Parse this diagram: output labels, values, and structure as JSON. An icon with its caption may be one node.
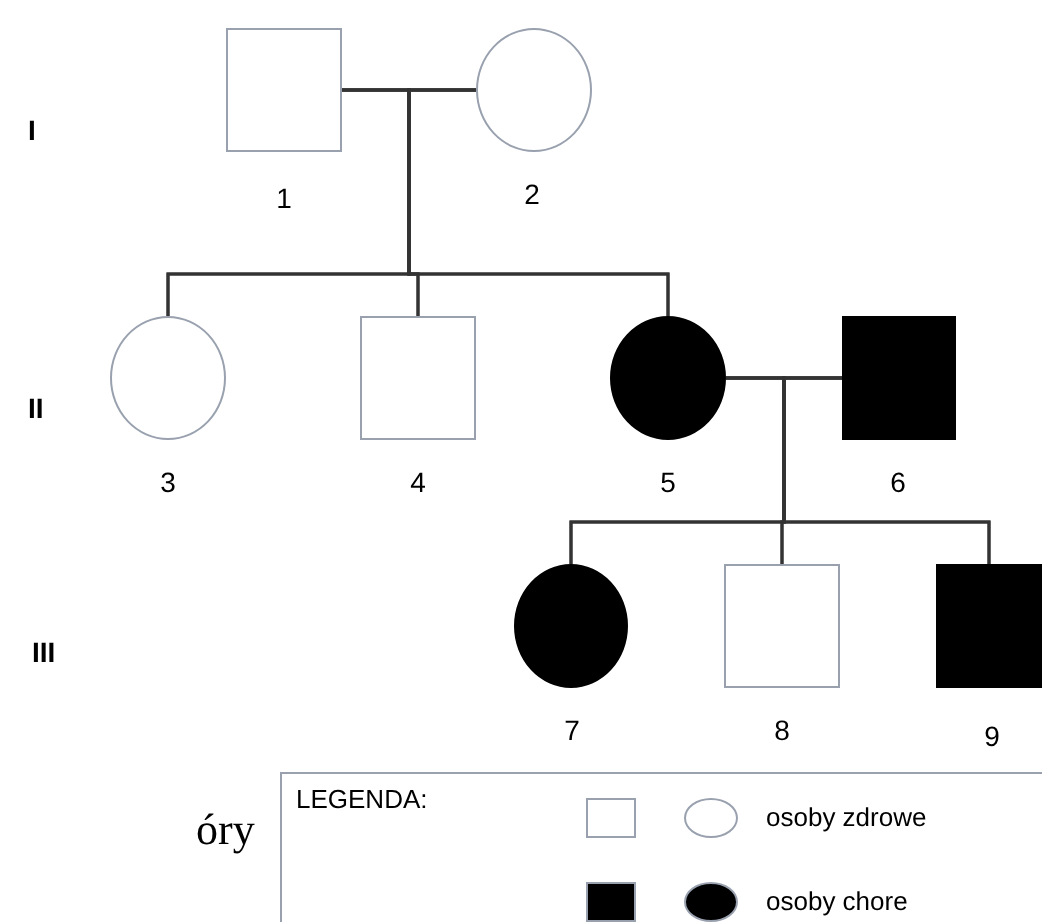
{
  "diagram": {
    "nodes": [
      {
        "text": [],
        "shape": "box",
        "beside": [
          "1"
        ]
      },
      {
        "text": [],
        "shape": "circle",
        "beside": [
          "2"
        ]
      },
      {
        "text": [],
        "shape": "circle",
        "beside": [
          "3"
        ]
      },
      {
        "text": [],
        "shape": "box",
        "beside": [
          "4"
        ]
      },
      {
        "text": [],
        "shape": "disc",
        "beside": [
          "5"
        ]
      },
      {
        "text": [],
        "shape": "block",
        "beside": [
          "6"
        ]
      },
      {
        "text": [],
        "shape": "disc",
        "beside": [
          "7"
        ]
      },
      {
        "text": [],
        "shape": "box",
        "beside": [
          "8"
        ]
      },
      {
        "text": [],
        "shape": "block",
        "beside": [
          "9"
        ]
      }
    ],
    "edges": [
      {
        "from": 0,
        "to": 1,
        "arrow": "none"
      },
      {
        "from": 0,
        "to": 2,
        "arrow": "none"
      },
      {
        "from": 0,
        "to": 3,
        "arrow": "none"
      },
      {
        "from": 0,
        "to": 4,
        "arrow": "none"
      },
      {
        "from": 1,
        "to": 2,
        "arrow": "none"
      },
      {
        "from": 1,
        "to": 3,
        "arrow": "none"
      },
      {
        "from": 1,
        "to": 4,
        "arrow": "none"
      },
      {
        "from": 4,
        "to": 5,
        "arrow": "none"
      },
      {
        "from": 4,
        "to": 6,
        "arrow": "none"
      },
      {
        "from": 4,
        "to": 7,
        "arrow": "none"
      },
      {
        "from": 4,
        "to": 8,
        "arrow": "none"
      },
      {
        "from": 5,
        "to": 6,
        "arrow": "none"
      },
      {
        "from": 5,
        "to": 7,
        "arrow": "none"
      },
      {
        "from": 5,
        "to": 8,
        "arrow": "none"
      }
    ],
    "labels": [
      "I",
      "II",
      "III",
      "óry",
      "LEGENDA:"
    ],
    "legend": [
      {
        "text": "osoby zdrowe",
        "color": "#ffffff"
      },
      {
        "text": "osoby chore",
        "color": "#000000"
      }
    ]
  }
}
